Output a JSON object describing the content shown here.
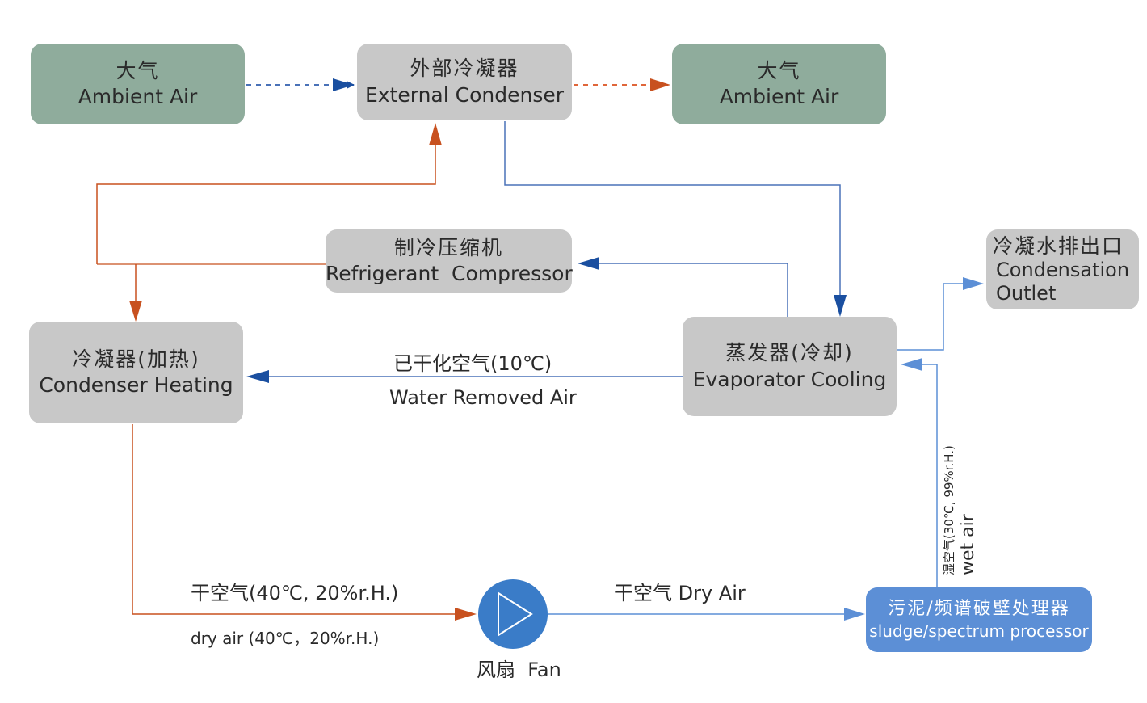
{
  "nodes": {
    "ambient_left": {
      "zh": "大气",
      "en": "Ambient Air"
    },
    "external_condenser": {
      "zh": "外部冷凝器",
      "en": "External Condenser"
    },
    "ambient_right": {
      "zh": "大气",
      "en": "Ambient Air"
    },
    "compressor": {
      "zh": "制冷压缩机",
      "en": "Refrigerant  Compressor"
    },
    "condensation_outlet": {
      "zh": "冷凝水排出口",
      "en1": "Condensation",
      "en2": "Outlet"
    },
    "condenser_heating": {
      "zh": "冷凝器(加热)",
      "en": "Condenser Heating"
    },
    "evaporator": {
      "zh": "蒸发器(冷却)",
      "en": "Evaporator Cooling"
    },
    "sludge_processor": {
      "zh": "污泥/频谱破壁处理器",
      "en": "sludge/spectrum processor"
    }
  },
  "labels": {
    "water_removed_zh": "已干化空气(10℃)",
    "water_removed_en": "Water Removed Air",
    "dry_air_zh": "干空气(40℃, 20%r.H.)",
    "dry_air_en": "dry air (40℃，20%r.H.)",
    "fan_dry_air": "干空气 Dry Air",
    "fan": "风扇  Fan",
    "wet_air_zh": "湿空气(30℃, 99%r.H.)",
    "wet_air_en": "wet air"
  },
  "colors": {
    "blue_line": "#4a72b8",
    "dark_blue_arrow": "#1a4fa0",
    "red_line": "#c8511f",
    "light_blue_line": "#5c8fd6",
    "fan_fill": "#3a7cc8",
    "green_box": "#8fac9c",
    "grey_box": "#c8c8c8",
    "blue_box": "#5c8fd6"
  }
}
